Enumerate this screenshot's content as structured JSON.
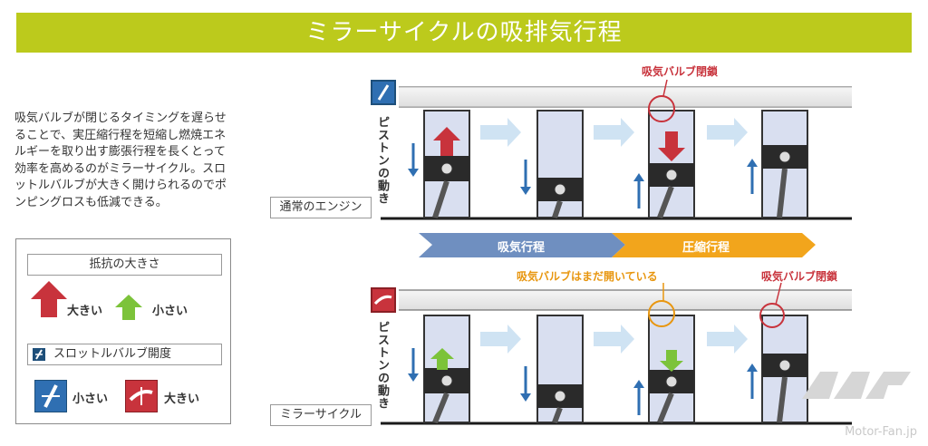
{
  "title": "ミラーサイクルの吸排気行程",
  "description": "吸気バルブが閉じるタイミングを遅らせることで、実圧縮行程を短縮し燃焼エネルギーを取り出す膨張行程を長くとって効率を高めるのがミラーサイクル。スロットルバルブが大きく開けられるのでポンピングロスも低減できる。",
  "legend": {
    "resistance_title": "抵抗の大きさ",
    "large": "大きい",
    "small": "小さい",
    "throttle_title": "スロットルバルブ開度",
    "throttle_small": "小さい",
    "throttle_large": "大きい"
  },
  "top_row": {
    "engine_label": "通常のエンジン",
    "piston_motion": "ピストンの動き",
    "callout_intake_close": "吸気バルブ閉鎖"
  },
  "strokes": {
    "intake": "吸気行程",
    "compression": "圧縮行程"
  },
  "bottom_row": {
    "engine_label": "ミラーサイクル",
    "piston_motion": "ピストンの動き",
    "callout_still_open": "吸気バルブはまだ開いている",
    "callout_intake_close": "吸気バルブ閉鎖"
  },
  "watermark": "Motor-Fan.jp",
  "colors": {
    "banner": "#bcca1c",
    "red_arrow": "#c8333c",
    "green_arrow": "#7cc33a",
    "blue_motion": "#2f6fb2",
    "intake_band": "#6f8fc0",
    "compression_band": "#f2a51c",
    "cylinder": "#d9dff0"
  }
}
